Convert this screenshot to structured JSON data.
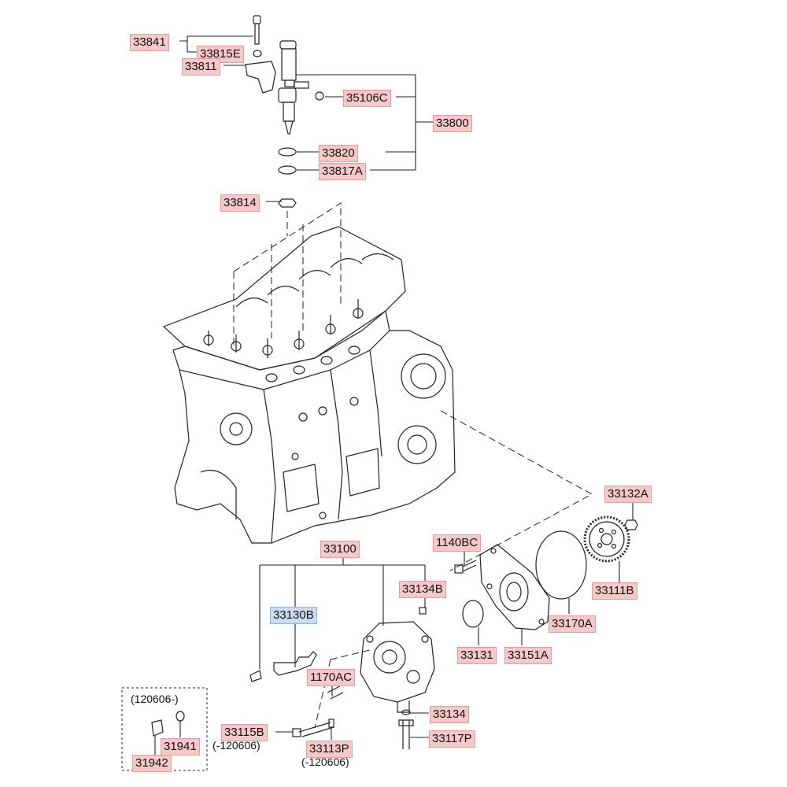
{
  "diagram": {
    "parts": {
      "p33841": "33841",
      "p33815E": "33815E",
      "p33811": "33811",
      "p35106C": "35106C",
      "p33800": "33800",
      "p33820": "33820",
      "p33817A": "33817A",
      "p33814": "33814",
      "p33132A": "33132A",
      "p1140BC": "1140BC",
      "p33100": "33100",
      "p33134B": "33134B",
      "p33111B": "33111B",
      "p33130B": "33130B",
      "p33170A": "33170A",
      "p33131": "33131",
      "p33151A": "33151A",
      "p1170AC": "1170AC",
      "p33134": "33134",
      "p33115B": "33115B",
      "p33117P": "33117P",
      "p33113P": "33113P",
      "p31941": "31941",
      "p31942": "31942"
    },
    "notes": {
      "box_range": "(120606-)",
      "range_33115B": "(-120606)",
      "range_33113P": "(-120606)"
    },
    "colors": {
      "part_label_fill": "#f6c8c8",
      "highlight_label_fill": "#c9dcf3",
      "line": "#222222"
    }
  }
}
